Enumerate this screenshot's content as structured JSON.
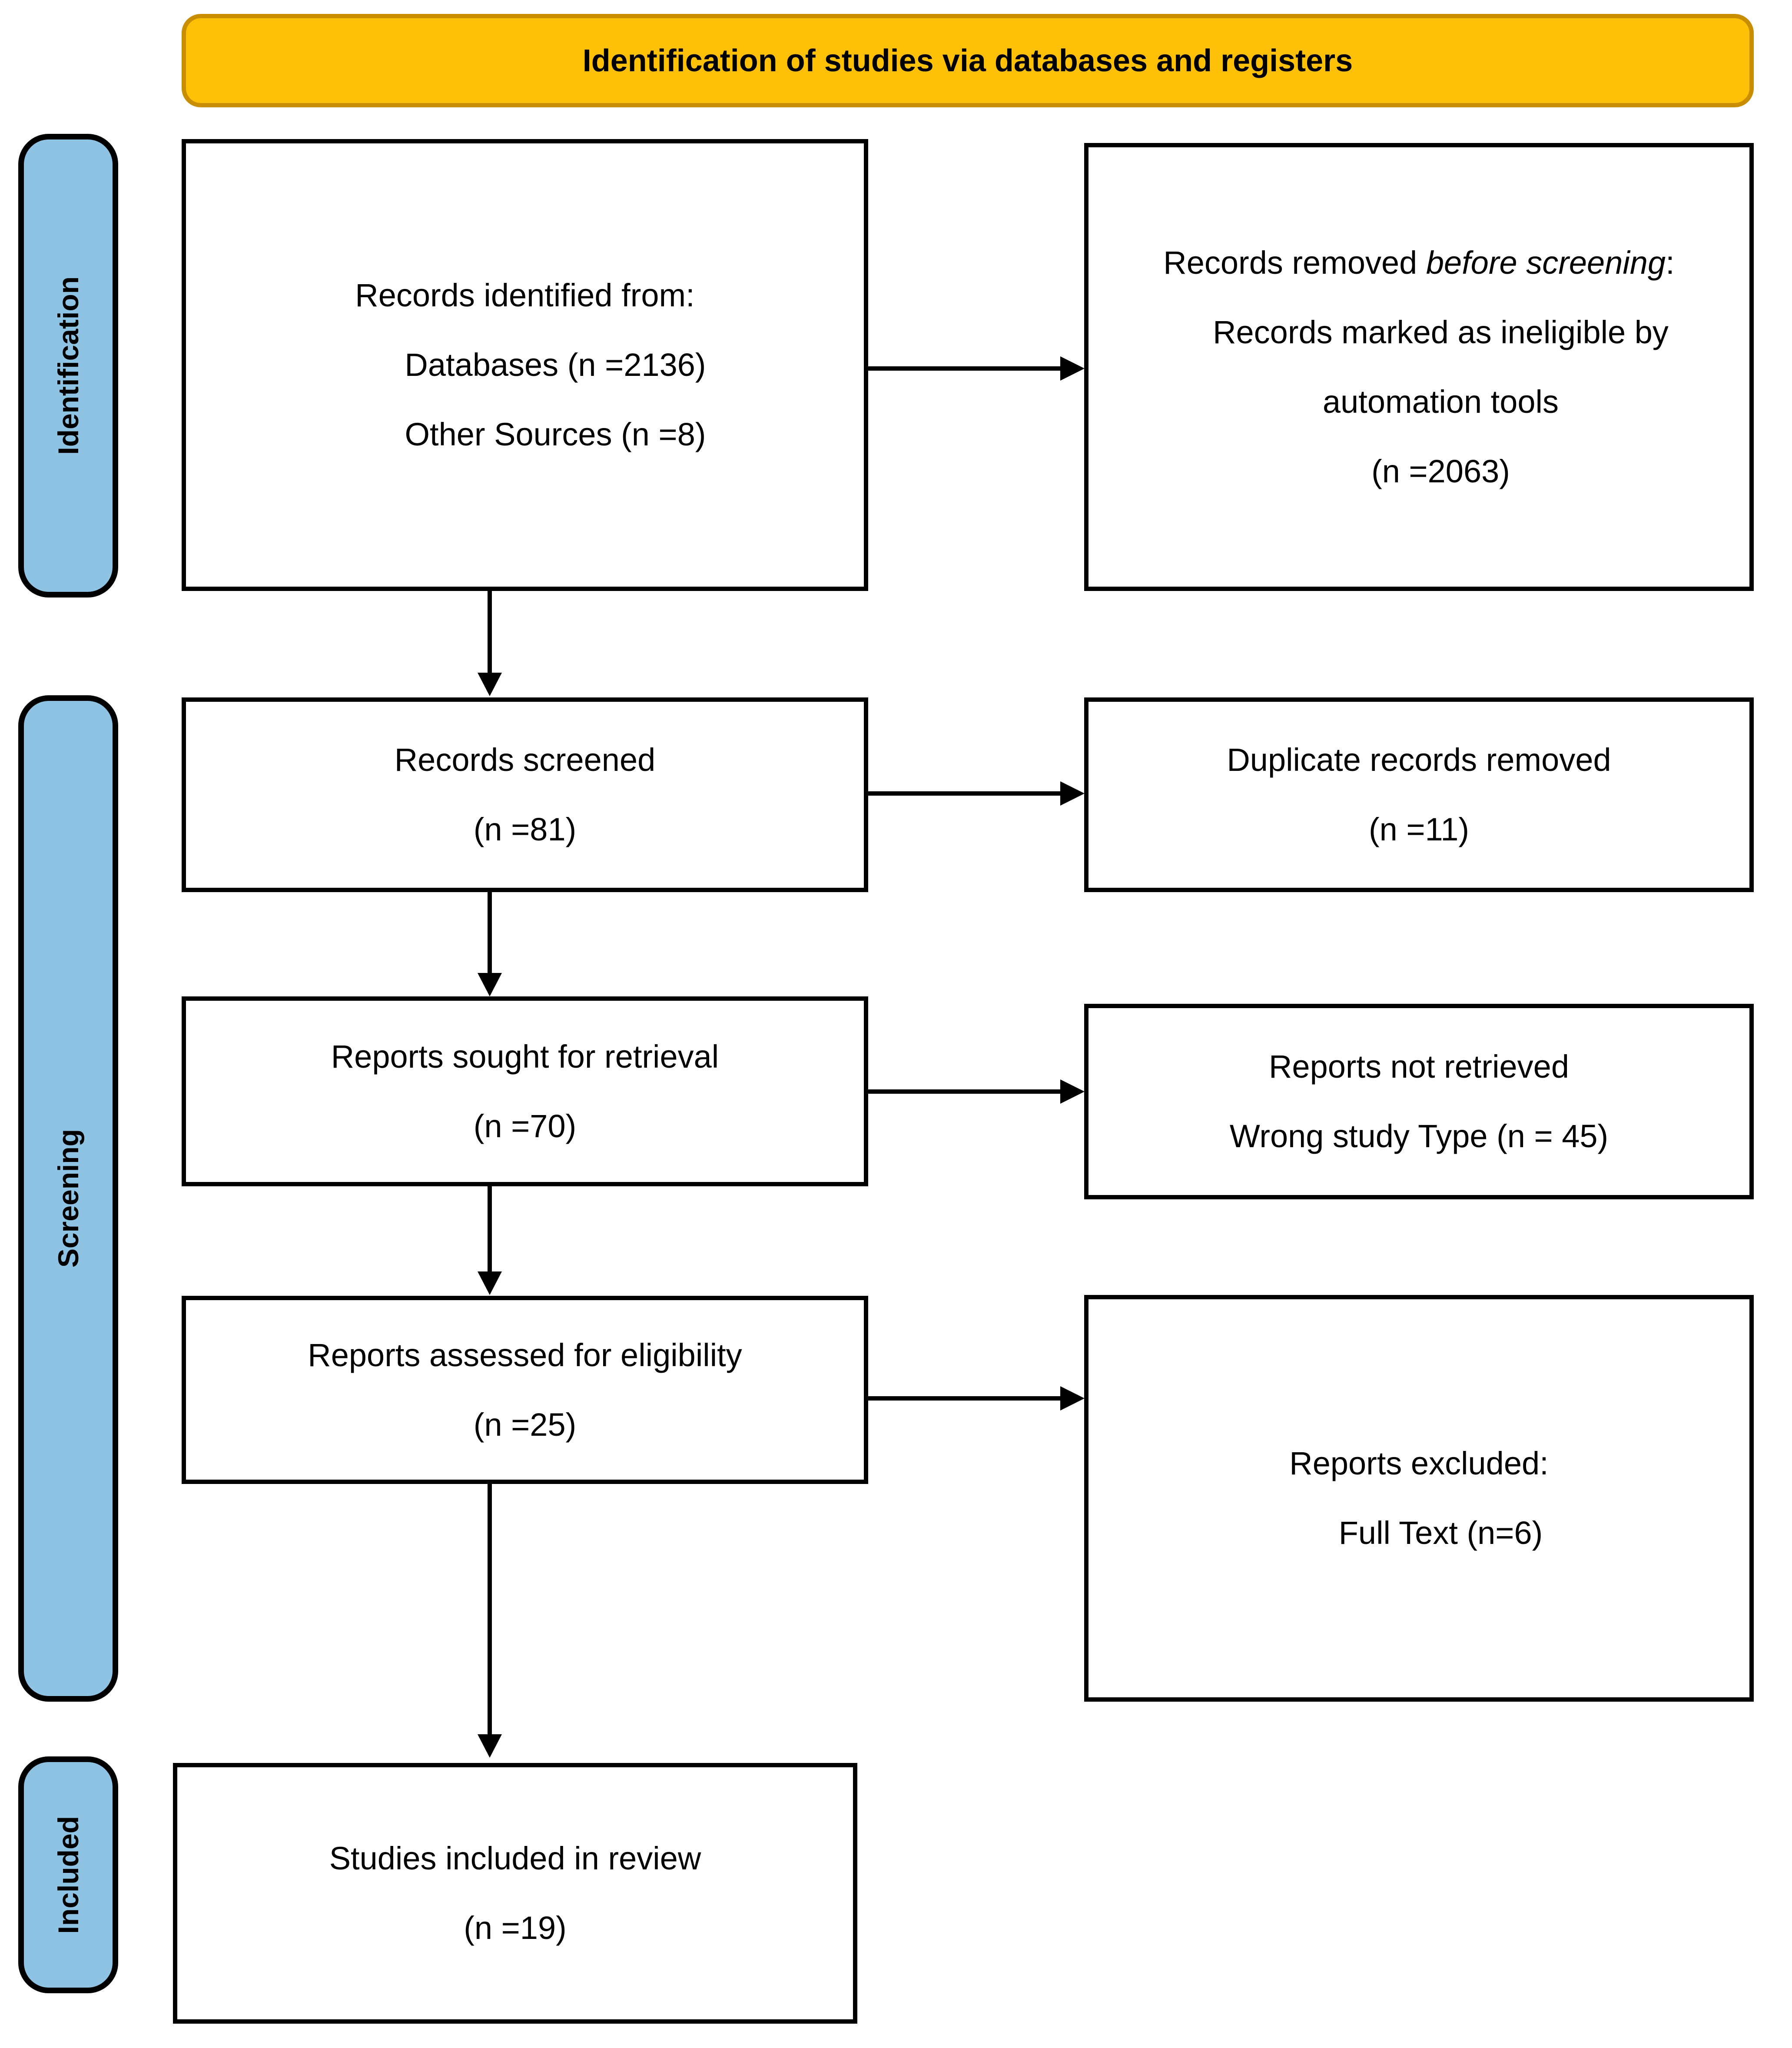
{
  "colors": {
    "banner_fill": "#FFC107",
    "banner_border": "#C88E00",
    "sidebar_fill": "#8EC3E4",
    "box_border": "#000000",
    "arrow": "#000000"
  },
  "banner": {
    "title": "Identification of studies via databases and registers"
  },
  "sidebars": [
    {
      "label": "Identification"
    },
    {
      "label": "Screening"
    },
    {
      "label": "Included"
    }
  ],
  "boxes": {
    "records_identified": {
      "lines": [
        "Records identified from:",
        "Databases (n =2136)",
        "Other Sources (n =8)"
      ]
    },
    "records_removed": {
      "line1": {
        "prefix": "Records removed ",
        "italic": "before screening",
        "suffix": ":"
      },
      "lines": [
        "Records marked as ineligible by",
        "automation tools",
        "(n =2063)"
      ]
    },
    "records_screened": {
      "lines": [
        "Records screened",
        "(n =81)"
      ]
    },
    "duplicate_records_removed": {
      "lines": [
        "Duplicate records removed",
        "(n =11)"
      ]
    },
    "reports_sought": {
      "lines": [
        "Reports sought for retrieval",
        "(n =70)"
      ]
    },
    "reports_not_retrieved": {
      "lines": [
        "Reports not retrieved",
        "Wrong study Type (n = 45)"
      ]
    },
    "reports_assessed": {
      "lines": [
        "Reports assessed for eligibility",
        "(n =25)"
      ]
    },
    "reports_excluded": {
      "lines": [
        "Reports excluded:",
        "Full Text (n=6)"
      ]
    },
    "studies_included": {
      "lines": [
        "Studies included in review",
        "(n =19)"
      ]
    }
  }
}
